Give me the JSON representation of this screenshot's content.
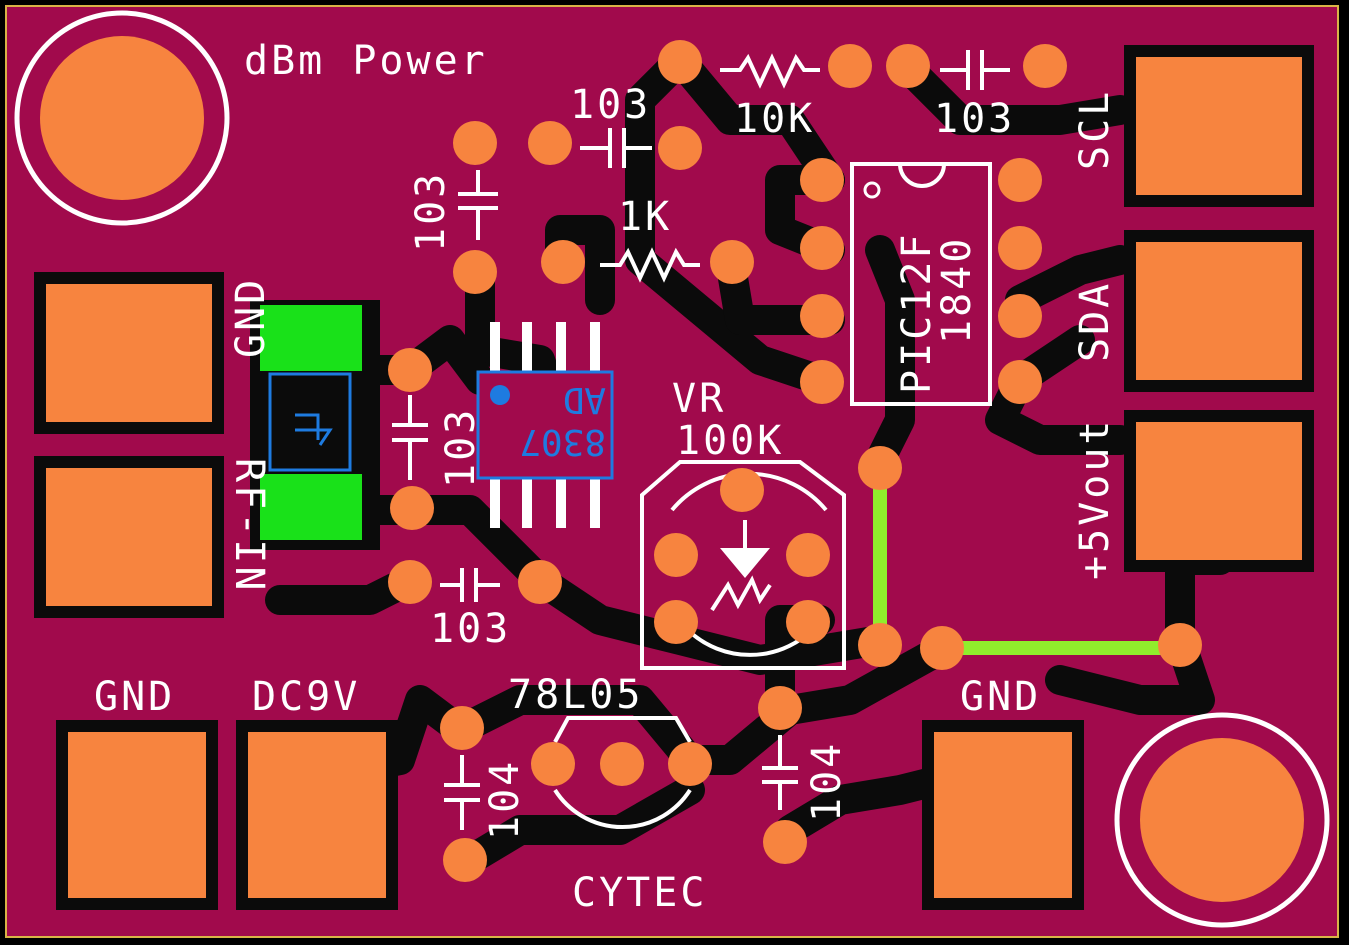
{
  "board": {
    "title": "dBm Power",
    "brand": "CYTEC",
    "colors": {
      "background": "#000000",
      "board": "#a10a4c",
      "copper_pad": "#f7843f",
      "trace_dark": "#0b0b0b",
      "jumper": "#90ee2c",
      "smd_pad": "#19e119",
      "silk": "#ffffff",
      "ic_silk_blue": "#1e7be0"
    }
  },
  "connectors": {
    "gnd_left": "GND",
    "rf_in": "RF-IN",
    "scl": "SCL",
    "sda": "SDA",
    "vout": "+5Vout",
    "gnd_bottom_left": "GND",
    "dc9v": "DC9V",
    "gnd_bottom_right": "GND"
  },
  "components": {
    "c_top": "103",
    "c_left_vertical": "103",
    "c_mid": "103",
    "c_bottom": "103",
    "c_right_top": "103",
    "r_10k": "10K",
    "r_1k": "1K",
    "mcu_line1": "PIC12F",
    "mcu_line2": "1840",
    "detector_line1": "AD",
    "detector_line2": "8307",
    "vr_label": "VR",
    "vr_value": "100K",
    "regulator": "78L05",
    "c_104_left": "104",
    "c_104_right": "104"
  }
}
